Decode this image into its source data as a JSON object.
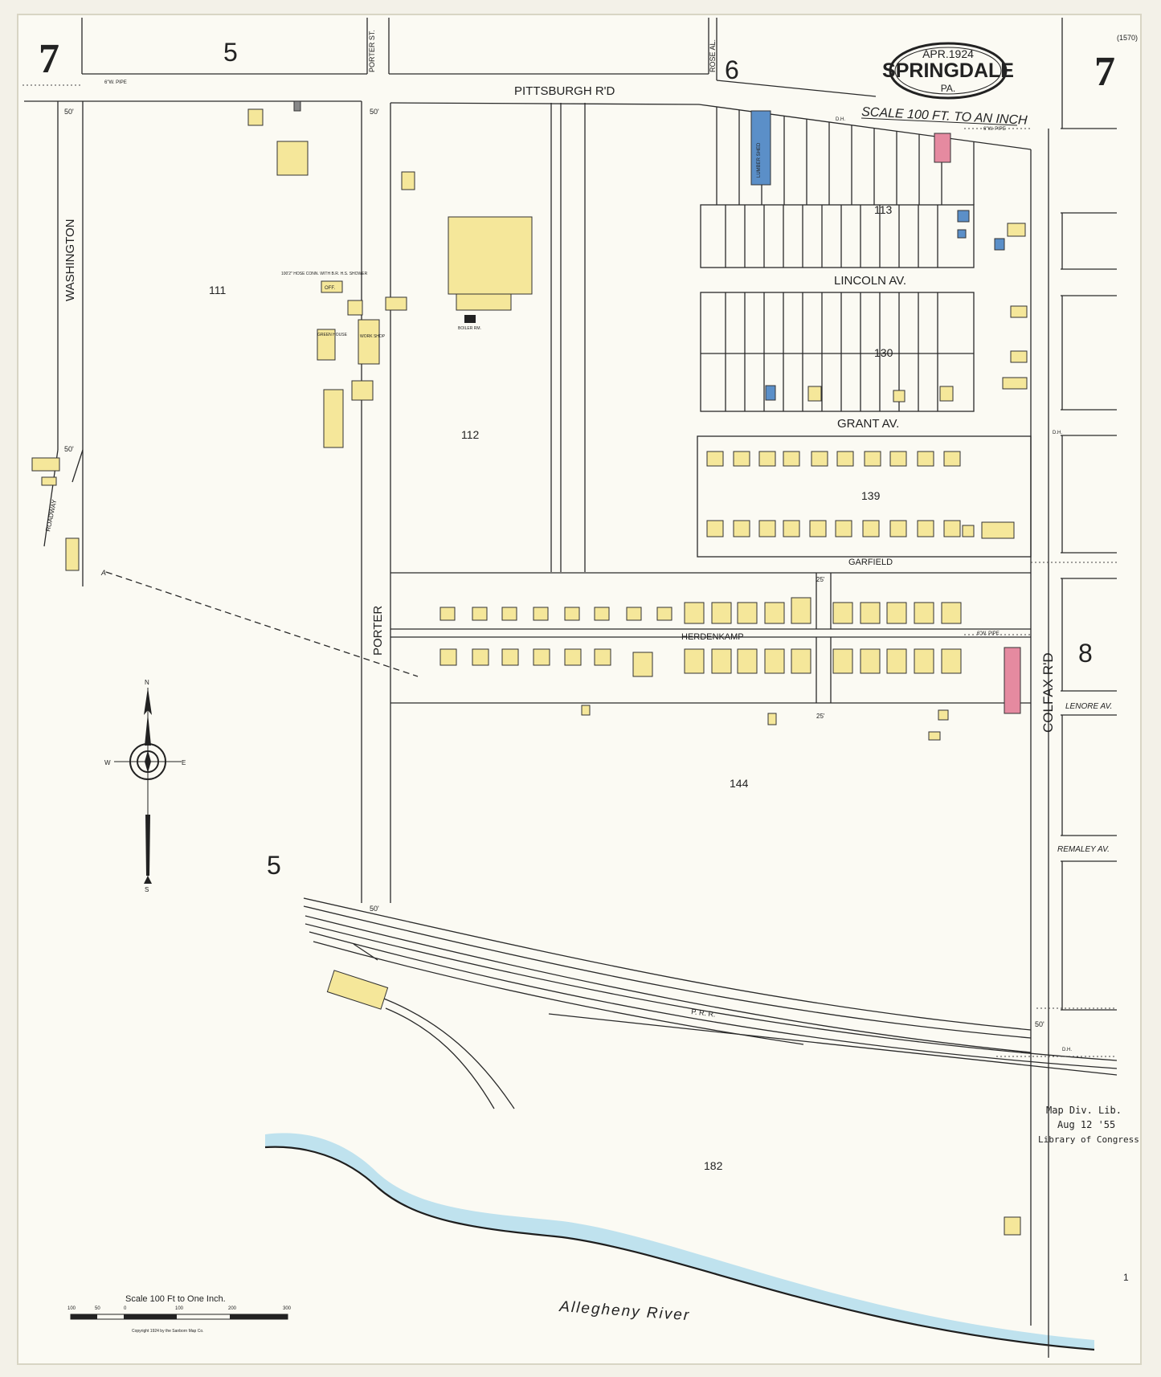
{
  "sheet": {
    "number": "7",
    "corner_ref": "(1570)",
    "date": "APR.1924",
    "town": "SPRINGDALE",
    "state": "PA.",
    "scale_note": "SCALE 100 FT. TO AN INCH",
    "library_stamp": [
      "Map Div. Lib.",
      "Aug 12 '55",
      "Library of Congress"
    ],
    "page_mark": "1"
  },
  "adjacent_sheets": [
    "5",
    "6",
    "8",
    "5"
  ],
  "streets": {
    "pittsburgh_rd": "PITTSBURGH     R'D",
    "lincoln_av": "LINCOLN      AV.",
    "grant_av": "GRANT     AV.",
    "garfield": "GARFIELD",
    "herdenkamp": "HERDENKAMP",
    "washington": "WASHINGTON",
    "porter": "PORTER",
    "colfax_rd": "COLFAX     R'D",
    "porter_st": "PORTER ST.",
    "rose_al": "ROSE AL.",
    "lenore_av": "LENORE AV.",
    "remaley_av": "REMALEY AV.",
    "roadway": "ROADWAY",
    "railroad": "P.     R.     R."
  },
  "river": "Allegheny     River",
  "blocks": [
    "111",
    "112",
    "113",
    "130",
    "139",
    "144",
    "182"
  ],
  "small_notes": {
    "dh": "D.H.",
    "pipe": "6\"W. PIPE",
    "width_50": "50'",
    "width_25": "25'",
    "lumber": "LUMBER SHED",
    "green_house": "GREEN HOUSE",
    "work_shop": "WORK SHOP",
    "boiler": "BOILER RM.",
    "off": "OFF.",
    "hydrant_note": "100'2\" HOSE CONN. WITH B.R. H.S. SHOWER",
    "auto": "A"
  },
  "compass": {
    "n": "N",
    "s": "S",
    "e": "E",
    "w": "W"
  },
  "scale_bar": {
    "title": "Scale 100 Ft to One Inch.",
    "ticks": [
      "100",
      "50",
      "0",
      "100",
      "200",
      "300"
    ],
    "copyright": "Copyright 1924 by the Sanborn Map Co."
  },
  "colors": {
    "paper": "#f3f1e8",
    "frame_dwelling": "#f5e79a",
    "brick": "#e58aa0",
    "stone": "#5b8fc8",
    "water": "#bfe2ee",
    "ink": "#2a2a2a"
  }
}
